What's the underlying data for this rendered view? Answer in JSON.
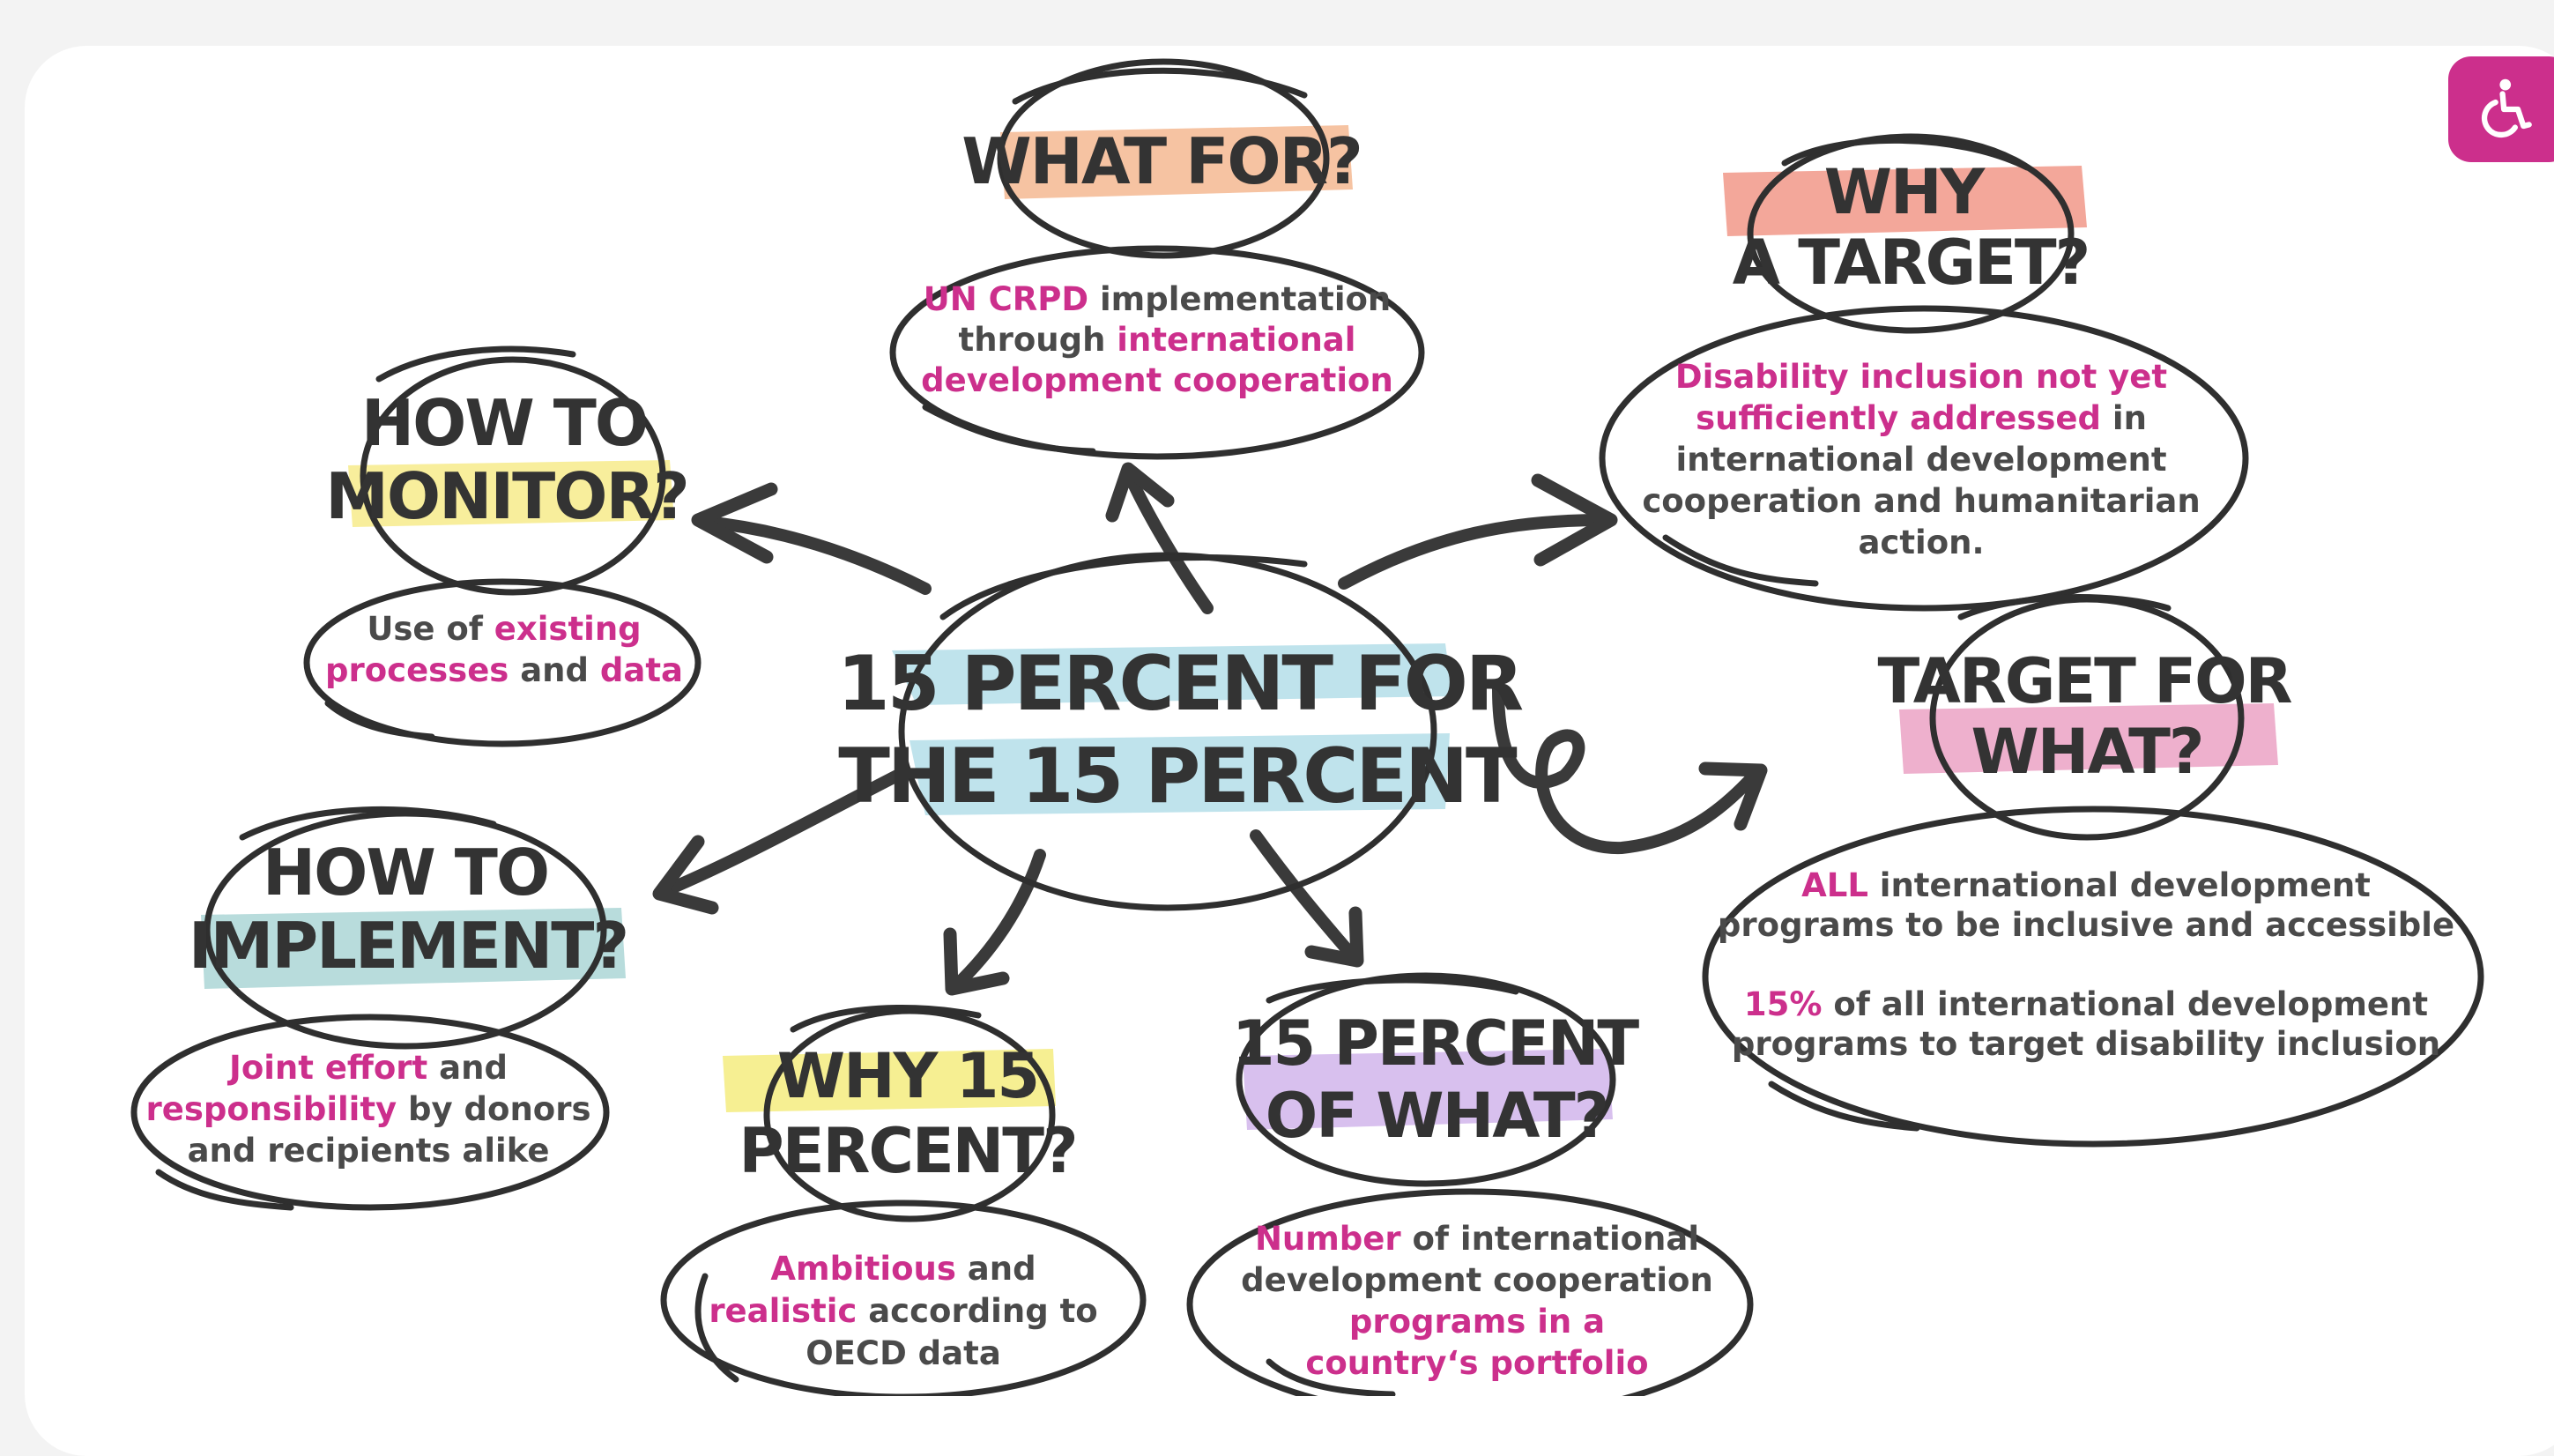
{
  "center": {
    "line1": "15 PERCENT FOR",
    "line2": "THE 15 PERCENT"
  },
  "nodes": {
    "what_for": {
      "question": [
        "WHAT FOR?"
      ],
      "answer": [
        [
          {
            "t": "UN CRPD",
            "m": true
          },
          {
            "t": " implementation",
            "m": false
          }
        ],
        [
          {
            "t": "through ",
            "m": false
          },
          {
            "t": "international",
            "m": true
          }
        ],
        [
          {
            "t": "development cooperation",
            "m": true
          }
        ]
      ]
    },
    "why_target": {
      "question": [
        "WHY",
        "A TARGET?"
      ],
      "answer": [
        [
          {
            "t": "Disability inclusion not yet",
            "m": true
          }
        ],
        [
          {
            "t": "sufficiently addressed",
            "m": true
          },
          {
            "t": " in",
            "m": false
          }
        ],
        [
          {
            "t": "international development",
            "m": false
          }
        ],
        [
          {
            "t": "cooperation and humanitarian",
            "m": false
          }
        ],
        [
          {
            "t": "action.",
            "m": false
          }
        ]
      ]
    },
    "how_monitor": {
      "question": [
        "HOW TO",
        "MONITOR?"
      ],
      "answer": [
        [
          {
            "t": "Use of ",
            "m": false
          },
          {
            "t": "existing",
            "m": true
          }
        ],
        [
          {
            "t": "processes",
            "m": true
          },
          {
            "t": " and ",
            "m": false
          },
          {
            "t": "data",
            "m": true
          }
        ]
      ]
    },
    "target_for_what": {
      "question": [
        "TARGET FOR",
        "WHAT?"
      ],
      "answer": [
        [
          {
            "t": "ALL",
            "m": true
          },
          {
            "t": " international development",
            "m": false
          }
        ],
        [
          {
            "t": "programs to be inclusive and accessible",
            "m": false
          }
        ],
        [
          {
            "t": "",
            "m": false
          }
        ],
        [
          {
            "t": "15%",
            "m": true
          },
          {
            "t": " of all international development",
            "m": false
          }
        ],
        [
          {
            "t": "programs to target disability inclusion",
            "m": false
          }
        ]
      ]
    },
    "how_implement": {
      "question": [
        "HOW TO",
        "IMPLEMENT?"
      ],
      "answer": [
        [
          {
            "t": "Joint effort",
            "m": true
          },
          {
            "t": " and",
            "m": false
          }
        ],
        [
          {
            "t": "responsibility",
            "m": true
          },
          {
            "t": " by donors",
            "m": false
          }
        ],
        [
          {
            "t": "and recipients alike",
            "m": false
          }
        ]
      ]
    },
    "why_15": {
      "question": [
        "WHY 15",
        "PERCENT?"
      ],
      "answer": [
        [
          {
            "t": "Ambitious",
            "m": true
          },
          {
            "t": " and",
            "m": false
          }
        ],
        [
          {
            "t": "realistic",
            "m": true
          },
          {
            "t": " according to",
            "m": false
          }
        ],
        [
          {
            "t": "OECD data",
            "m": false
          }
        ]
      ]
    },
    "percent_of_what": {
      "question": [
        "15 PERCENT",
        "OF WHAT?"
      ],
      "answer": [
        [
          {
            "t": "Number",
            "m": true
          },
          {
            "t": " of international",
            "m": false
          }
        ],
        [
          {
            "t": "development cooperation",
            "m": false
          }
        ],
        [
          {
            "t": "programs in a",
            "m": true
          }
        ],
        [
          {
            "t": "country‘s portfolio",
            "m": true
          }
        ]
      ]
    }
  },
  "colors": {
    "magenta": "#cc2f8c",
    "ink": "#333333",
    "center_highlight": "#bfe3ec",
    "what_for_highlight": "#f6c3a2",
    "why_target_highlight": "#f3a79a",
    "how_monitor_highlight": "#f8ee9c",
    "target_for_what_highlight": "#eeb0cd",
    "how_implement_highlight": "#b8dcdc",
    "why_15_highlight": "#f6ef92",
    "percent_of_what_highlight": "#d8c0ee"
  },
  "accessibility_button": {
    "icon": "wheelchair-icon"
  }
}
